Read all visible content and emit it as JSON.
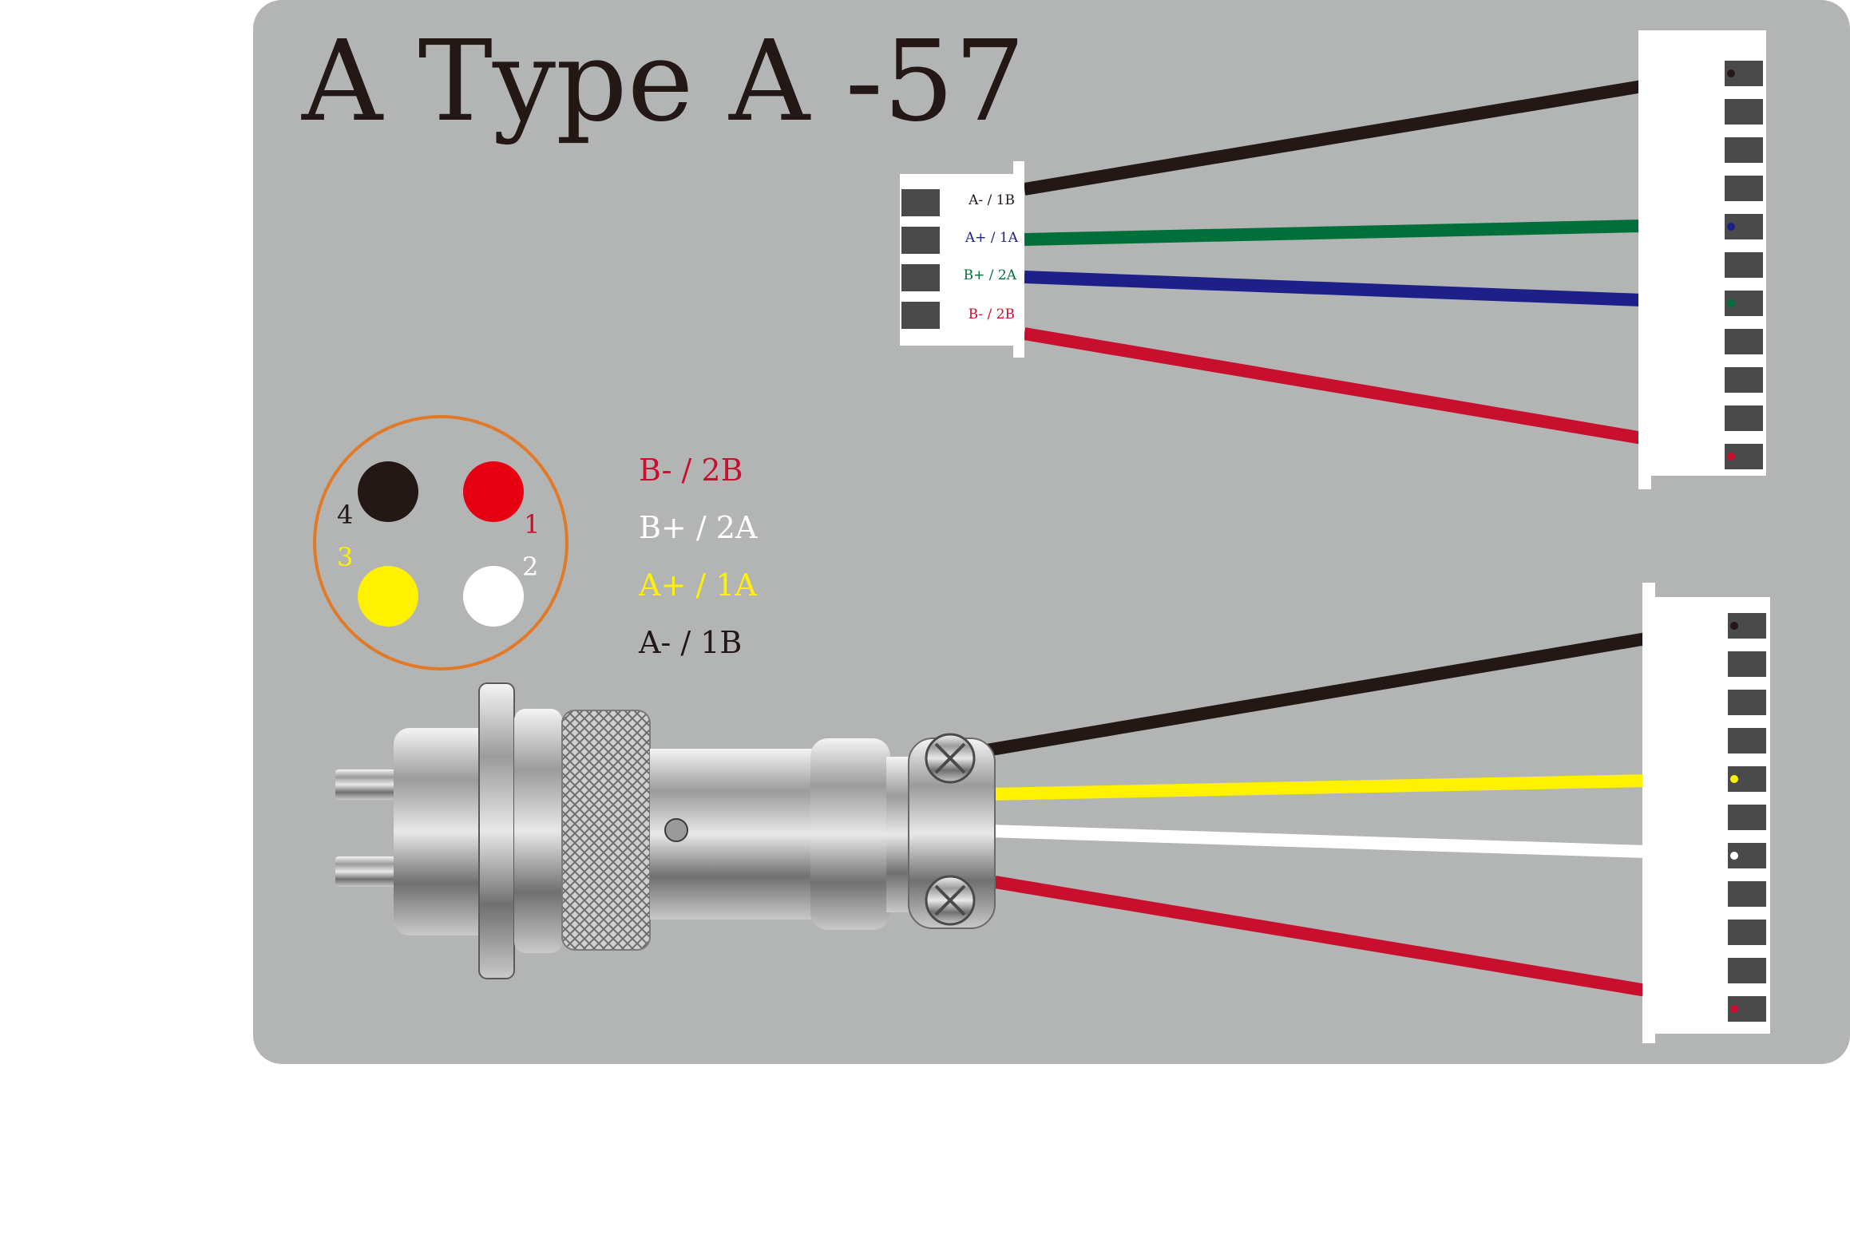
{
  "title": "A Type A -57",
  "colors": {
    "panel": "#b3b5b4",
    "black": "#231815",
    "green": "#006f3a",
    "blue": "#1d2088",
    "red": "#c8102e",
    "yellow": "#fff100",
    "white": "#ffffff",
    "ring": "#e07a28",
    "pin_red": "#e60012",
    "pin_dark": "#4a4a4a"
  },
  "top_connector": {
    "labels": [
      "A- / 1B",
      "A+ / 1A",
      "B+ / 2A",
      "B- / 2B"
    ]
  },
  "pinout": {
    "pins": [
      {
        "number": "4",
        "color": "#231815"
      },
      {
        "number": "1",
        "color": "#e60012"
      },
      {
        "number": "3",
        "color": "#fff100"
      },
      {
        "number": "2",
        "color": "#ffffff"
      }
    ]
  },
  "legend": [
    "B- / 2B",
    "B+ / 2A",
    "A+ / 1A",
    "A- / 1B"
  ],
  "wires": {
    "top": [
      "black",
      "green",
      "blue",
      "red"
    ],
    "bottom": [
      "black",
      "yellow",
      "white",
      "red"
    ]
  }
}
